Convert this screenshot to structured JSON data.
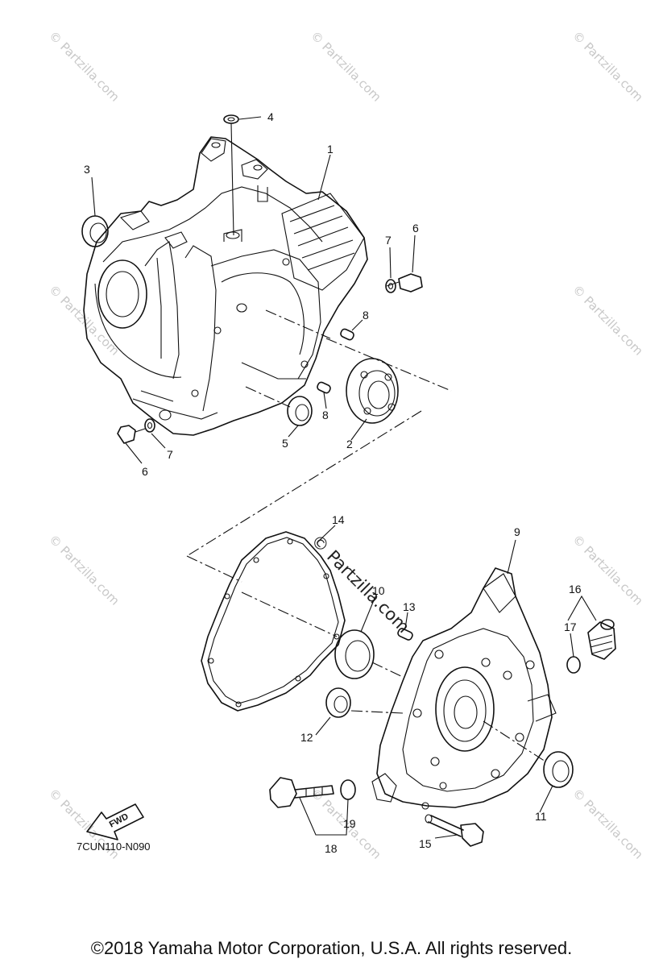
{
  "diagram": {
    "callouts": [
      "1",
      "2",
      "3",
      "4",
      "5",
      "6",
      "7",
      "8",
      "9",
      "10",
      "11",
      "12",
      "13",
      "14",
      "15",
      "16",
      "17",
      "18",
      "19"
    ],
    "repeat_callouts": {
      "six_b": "6",
      "seven_b": "7",
      "eight_b": "8"
    },
    "part_code": "7CUN110-N090",
    "fwd_label": "FWD",
    "watermark": "© Partzilla.com",
    "watermark_center": "© Partzilla.com"
  },
  "footer": {
    "copyright": "©2018  Yamaha Motor Corporation, U.S.A. All rights reserved."
  }
}
